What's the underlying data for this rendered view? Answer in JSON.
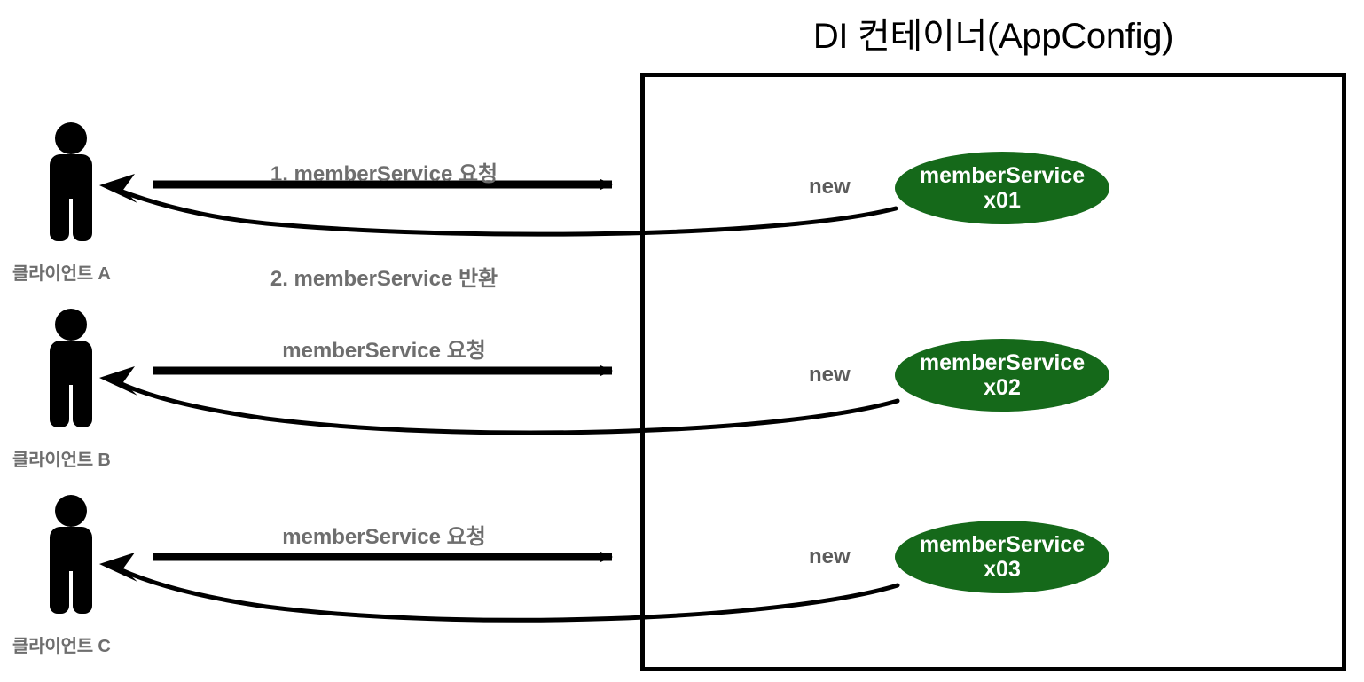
{
  "diagram": {
    "title": "DI 컨테이너(AppConfig)",
    "colors": {
      "bean_fill": "#15691a",
      "bean_text": "#ffffff",
      "label_gray": "#6e6e6e",
      "line_black": "#000000",
      "background": "#ffffff"
    },
    "container": {
      "label": "DI 컨테이너(AppConfig)"
    },
    "rows": [
      {
        "client_label": "클라이언트 A",
        "person_icon": "person-icon",
        "request_label": "1. memberService 요청",
        "return_label": "2. memberService 반환",
        "new_label": "new",
        "bean_name": "memberService",
        "bean_id": "x01"
      },
      {
        "client_label": "클라이언트 B",
        "person_icon": "person-icon",
        "request_label": "memberService 요청",
        "return_label": "",
        "new_label": "new",
        "bean_name": "memberService",
        "bean_id": "x02"
      },
      {
        "client_label": "클라이언트 C",
        "person_icon": "person-icon",
        "request_label": "memberService 요청",
        "return_label": "",
        "new_label": "new",
        "bean_name": "memberService",
        "bean_id": "x03"
      }
    ]
  }
}
